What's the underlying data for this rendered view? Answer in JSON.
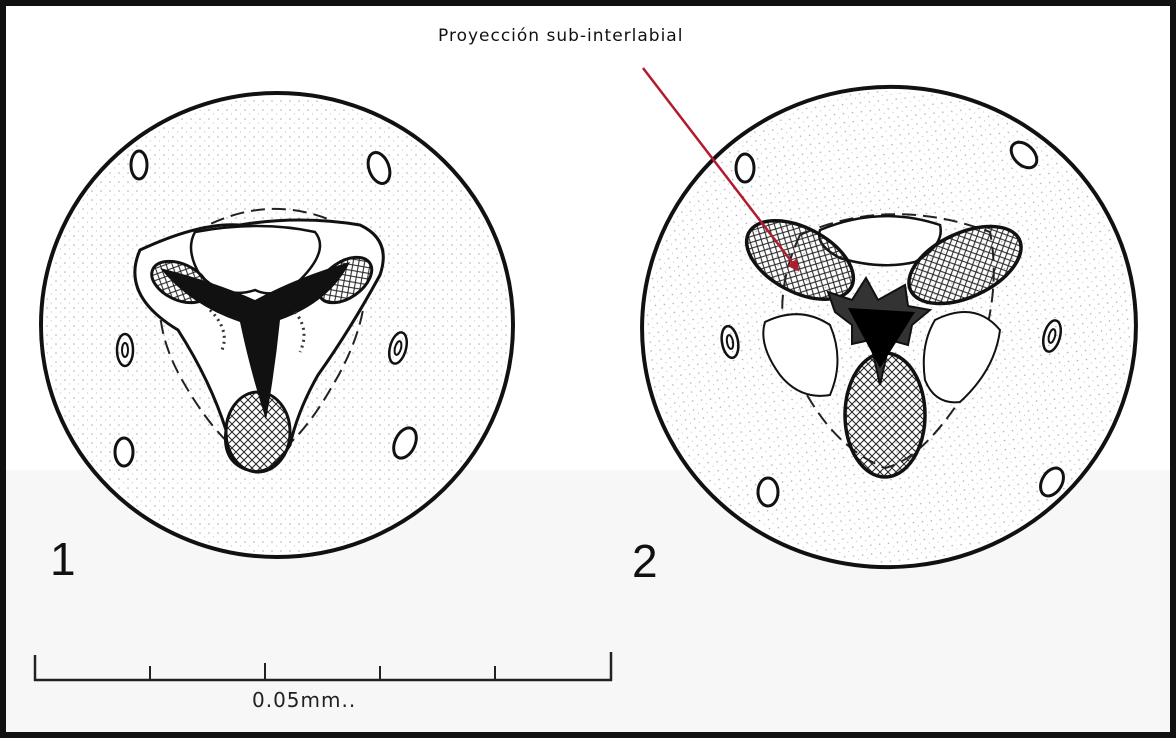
{
  "annotation": {
    "text": "Proyección sub-interlabial",
    "arrow_color": "#b01c2e"
  },
  "figures": [
    {
      "label": "1"
    },
    {
      "label": "2"
    }
  ],
  "scale_bar": {
    "label": "0.05mm.."
  },
  "colors": {
    "ink": "#111111",
    "background": "#ffffff"
  }
}
